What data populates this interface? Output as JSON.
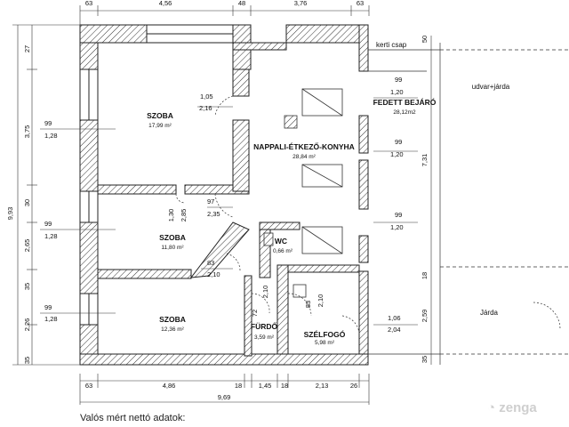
{
  "rooms": [
    {
      "name": "SZOBA",
      "area": "17,99 m²"
    },
    {
      "name": "SZOBA",
      "area": "11,80 m²"
    },
    {
      "name": "SZOBA",
      "area": "12,36 m²"
    },
    {
      "name": "NAPPALI-ÉTKEZŐ-KONYHA",
      "area": "28,84 m²"
    },
    {
      "name": "FEDETT BEJÁRÓ",
      "area": "28,12m2"
    },
    {
      "name": "WC",
      "area": "0,66 m²"
    },
    {
      "name": "FÜRDŐ",
      "area": "3,59 m²"
    },
    {
      "name": "SZÉLFOGÓ",
      "area": "5,98 m²"
    }
  ],
  "outside": {
    "garden_tap": "kerti csap",
    "yard": "udvar+járda",
    "sidewalk": "Járda"
  },
  "dimensions": {
    "top": [
      "63",
      "4,56",
      "48",
      "3,76",
      "63"
    ],
    "bottom": [
      "63",
      "4,86",
      "18",
      "1,45",
      "18",
      "2,13",
      "26"
    ],
    "bottom_total": "9,69",
    "left_outer": [
      "27",
      "3,75",
      "30",
      "2,65",
      "35",
      "2,26",
      "35"
    ],
    "left_total": "9,93",
    "windows_left": [
      {
        "w": "99",
        "h": "1,28"
      },
      {
        "w": "99",
        "h": "1,28"
      },
      {
        "w": "99",
        "h": "1,28"
      }
    ],
    "windows_right": [
      {
        "w": "99",
        "h": "1,20"
      },
      {
        "w": "99",
        "h": "1,20"
      },
      {
        "w": "99",
        "h": "1,20"
      }
    ],
    "door_1": {
      "w": "1,05",
      "h": "2,16"
    },
    "door_2": {
      "w": "97",
      "h": "2,35"
    },
    "door_3": {
      "w": "1,30",
      "h": "2,85"
    },
    "door_4": {
      "w": "83",
      "h": "2,10"
    },
    "door_5": {
      "w": "72",
      "h": "2,10"
    },
    "door_6": {
      "w": "83",
      "h": "2,10"
    },
    "door_7": {
      "w": "1,06",
      "h": "2,04"
    },
    "right_dims": [
      "50",
      "7,31",
      "18",
      "2,59",
      "35"
    ]
  },
  "footer": "Valós mért nettó adatok:",
  "logo": "zenga"
}
